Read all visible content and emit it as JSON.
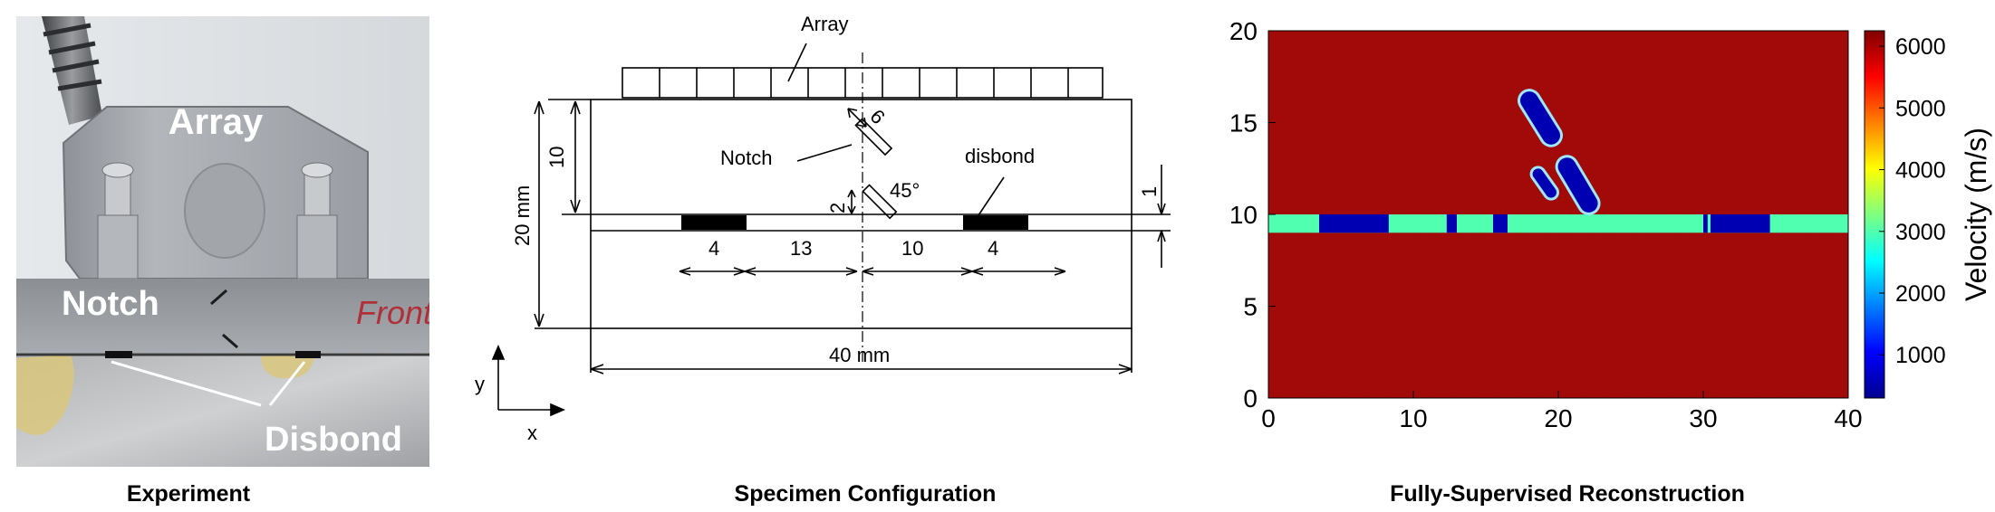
{
  "captions": {
    "experiment": "Experiment",
    "specimen": "Specimen Configuration",
    "reconstruction": "Fully-Supervised Reconstruction"
  },
  "photo": {
    "array_label": "Array",
    "notch_label": "Notch",
    "disbond_label": "Disbond",
    "front_text": "Front"
  },
  "specimen": {
    "array_label": "Array",
    "notch_label": "Notch",
    "disbond_label": "disbond",
    "dim_array_height": "10",
    "dim_notch_length": "6",
    "dim_notch_offset": "2",
    "angle": "45°",
    "dim_total_height": "20 mm",
    "dim_disbond_thickness": "1",
    "dim_left_disbond": "4",
    "dim_gap_left": "13",
    "dim_gap_right": "10",
    "dim_right_disbond": "4",
    "dim_width": "40 mm",
    "axis_y": "y",
    "axis_x": "x"
  },
  "chart_data": {
    "type": "heatmap",
    "x_ticks": [
      "0",
      "10",
      "20",
      "30",
      "40"
    ],
    "y_ticks": [
      "0",
      "5",
      "10",
      "15",
      "20"
    ],
    "xlim": [
      0,
      40
    ],
    "ylim": [
      0,
      20
    ],
    "colorbar": {
      "label": "Velocity (m/s)",
      "ticks": [
        "1000",
        "2000",
        "3000",
        "4000",
        "5000",
        "6000"
      ],
      "range": [
        300,
        6250
      ]
    },
    "background_velocity": 6100,
    "disbond_layer": {
      "y_range": [
        9,
        10
      ],
      "velocity": 3000
    },
    "disbonds": [
      {
        "x_range": [
          3.5,
          8.3
        ],
        "velocity": 600
      },
      {
        "x_range": [
          12.3,
          13
        ],
        "velocity": 600
      },
      {
        "x_range": [
          15.5,
          16.5
        ],
        "velocity": 600
      },
      {
        "x_range": [
          30,
          30.3
        ],
        "velocity": 600
      },
      {
        "x_range": [
          30.5,
          34.6
        ],
        "velocity": 600
      }
    ],
    "notches": [
      {
        "x_start": 18.0,
        "y_start": 16.2,
        "x_end": 19.5,
        "y_end": 14.3,
        "velocity": 600
      },
      {
        "x_start": 20.6,
        "y_start": 12.6,
        "x_end": 22.1,
        "y_end": 10.6,
        "velocity": 600
      },
      {
        "x_start": 18.6,
        "y_start": 12.2,
        "x_end": 19.5,
        "y_end": 11.2,
        "velocity": 600
      }
    ]
  }
}
